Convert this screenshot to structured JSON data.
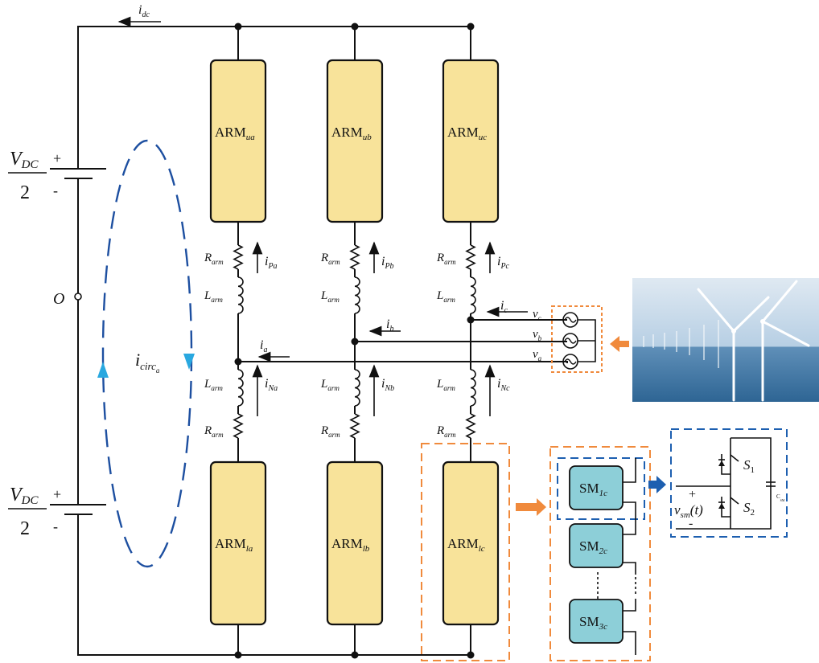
{
  "dc": {
    "current": "i",
    "current_sub": "dc",
    "source_top": {
      "num": "V",
      "num_sub": "DC",
      "den": "2",
      "plus": "+",
      "minus": "-"
    },
    "source_bottom": {
      "num": "V",
      "num_sub": "DC",
      "den": "2",
      "plus": "+",
      "minus": "-"
    },
    "midpoint": "O"
  },
  "circulating": {
    "main": "i",
    "sub": "circ",
    "subsub": "a"
  },
  "arms": {
    "upper": [
      {
        "base": "ARM",
        "sub": "ua"
      },
      {
        "base": "ARM",
        "sub": "ub"
      },
      {
        "base": "ARM",
        "sub": "uc"
      }
    ],
    "lower": [
      {
        "base": "ARM",
        "sub": "la"
      },
      {
        "base": "ARM",
        "sub": "lb"
      },
      {
        "base": "ARM",
        "sub": "lc"
      }
    ]
  },
  "passives": {
    "r_main": "R",
    "r_sub": "arm",
    "l_main": "L",
    "l_sub": "arm"
  },
  "currents": {
    "upper": [
      {
        "main": "i",
        "sub": "Pa"
      },
      {
        "main": "i",
        "sub": "Pb"
      },
      {
        "main": "i",
        "sub": "Pc"
      }
    ],
    "lower": [
      {
        "main": "i",
        "sub": "Na"
      },
      {
        "main": "i",
        "sub": "Nb"
      },
      {
        "main": "i",
        "sub": "Nc"
      }
    ],
    "phase": [
      {
        "main": "i",
        "sub": "a"
      },
      {
        "main": "i",
        "sub": "b"
      },
      {
        "main": "i",
        "sub": "c"
      }
    ]
  },
  "voltages": [
    {
      "main": "v",
      "sub": "c"
    },
    {
      "main": "v",
      "sub": "b"
    },
    {
      "main": "v",
      "sub": "a"
    }
  ],
  "submodules": [
    {
      "base": "SM",
      "sub": "1c"
    },
    {
      "base": "SM",
      "sub": "2c"
    },
    {
      "base": "SM",
      "sub": "3c"
    }
  ],
  "sm_circuit": {
    "s1_main": "S",
    "s1_sub": "1",
    "s2_main": "S",
    "s2_sub": "2",
    "v_main": "v",
    "v_sub": "sm",
    "v_tail": "(t)",
    "plus": "+",
    "minus": "-",
    "cap": "C",
    "cap_sub": "SM"
  },
  "colors": {
    "arm_fill": "#f8e39a",
    "sm_fill": "#8dcfd8",
    "orange": "#f08a3c",
    "blue_dash": "#1d5fb0",
    "circ_arrow": "#29a8e0"
  }
}
